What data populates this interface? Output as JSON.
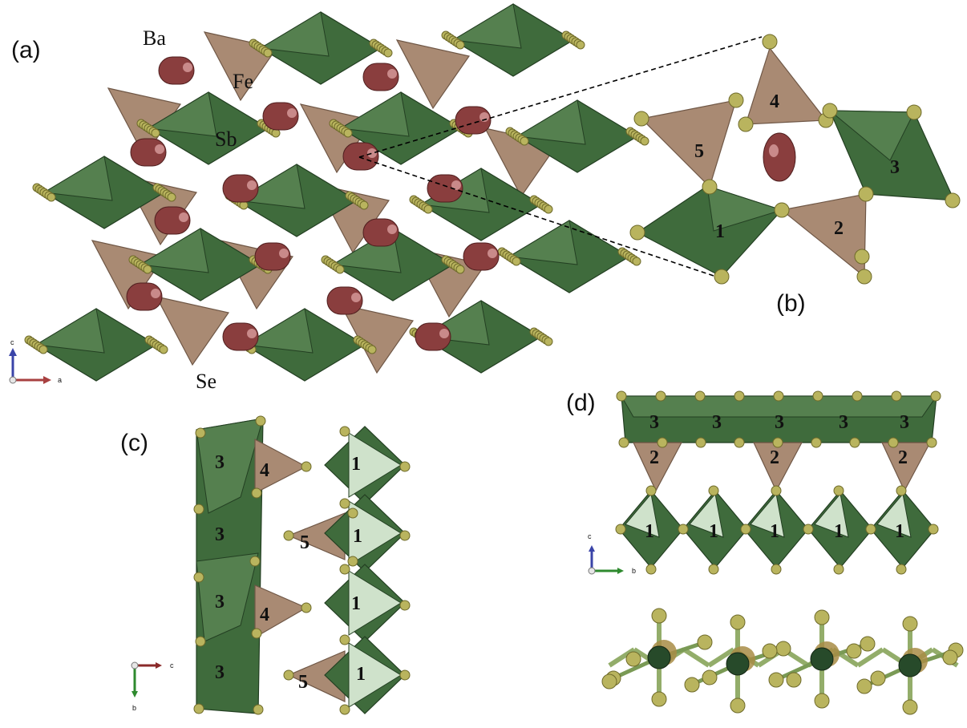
{
  "panels": {
    "a": "(a)",
    "b": "(b)",
    "c": "(c)",
    "d": "(d)"
  },
  "elements": {
    "ba": "Ba",
    "fe": "Fe",
    "sb": "Sb",
    "se": "Se"
  },
  "panel_b_numbers": [
    "4",
    "5",
    "3",
    "1",
    "2"
  ],
  "panel_c_numbers": {
    "chain3": [
      "3",
      "3",
      "3",
      "3"
    ],
    "tetra": [
      "4",
      "5",
      "4",
      "5"
    ],
    "oct1": [
      "1",
      "1",
      "1",
      "1"
    ]
  },
  "panel_d_numbers": {
    "row3": [
      "3",
      "3",
      "3",
      "3",
      "3"
    ],
    "row2": [
      "2",
      "2",
      "2"
    ],
    "row1": [
      "1",
      "1",
      "1",
      "1",
      "1"
    ]
  },
  "axes": {
    "a": {
      "vertical": "c",
      "horizontal": "a"
    },
    "c": {
      "horizontal": "c",
      "vertical": "b"
    },
    "d": {
      "vertical": "c",
      "horizontal": "b"
    }
  },
  "colors": {
    "sb_octahedra": "#3f6b3c",
    "fe_tetrahedra": "#a98a73",
    "ba_atoms": "#8a3e3e",
    "se_atoms": "#b9b45e"
  }
}
